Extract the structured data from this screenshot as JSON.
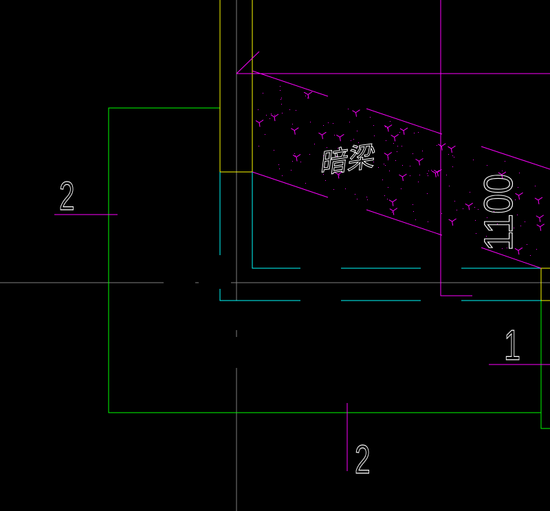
{
  "drawing": {
    "beam_label": "暗梁",
    "dimension_label": "1100",
    "section_marks": [
      {
        "label": "2"
      },
      {
        "label": "1"
      },
      {
        "label": "2"
      }
    ]
  },
  "colors": {
    "background": "#000000",
    "axis": "#808080",
    "magenta": "#ff00ff",
    "yellow": "#ffff00",
    "cyan": "#00ffff",
    "green": "#00ff00",
    "text": "#ffffff"
  }
}
